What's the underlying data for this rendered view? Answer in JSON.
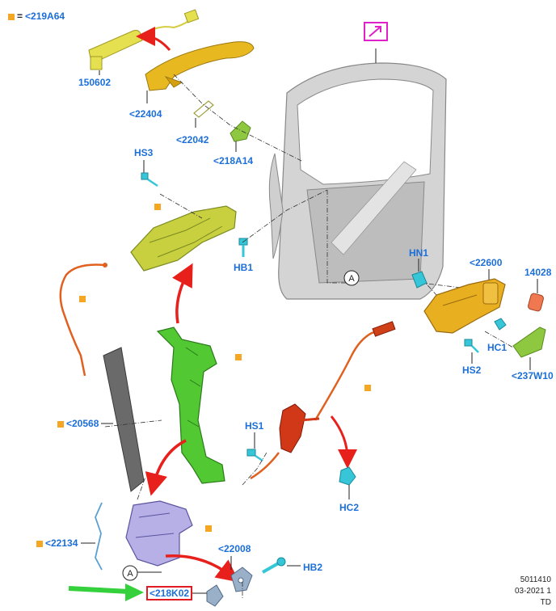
{
  "legend": {
    "equals": "=",
    "code": "<219A64"
  },
  "labels": {
    "l150602": "150602",
    "l22404": "<22404",
    "l22042": "<22042",
    "l218A14": "<218A14",
    "hs3": "HS3",
    "hb1": "HB1",
    "hn1": "HN1",
    "l22600": "<22600",
    "l14028": "14028",
    "hc1": "HC1",
    "hs2": "HS2",
    "l237W10": "<237W10",
    "l20568": "<20568",
    "hs1": "HS1",
    "hc2": "HC2",
    "l22134": "<22134",
    "l22008": "<22008",
    "hb2": "HB2",
    "l218K02": "<218K02",
    "callout_a": "A"
  },
  "footer": {
    "code": "5011410",
    "date": "03-2021 1",
    "initials": "TD"
  },
  "colors": {
    "label_blue": "#1c6fd8",
    "marker_orange": "#f5a623",
    "arrow_red": "#e8201c",
    "arrow_green": "#35d13c",
    "highlight_magenta": "#e020c8",
    "handle_yellow": "#e8c020",
    "bracket_green": "#4caf2a",
    "lock_purple": "#b6b0e6",
    "clip_cyan": "#36c6d8",
    "cable_orange": "#e06020",
    "door_gray": "#c8c8c8"
  }
}
